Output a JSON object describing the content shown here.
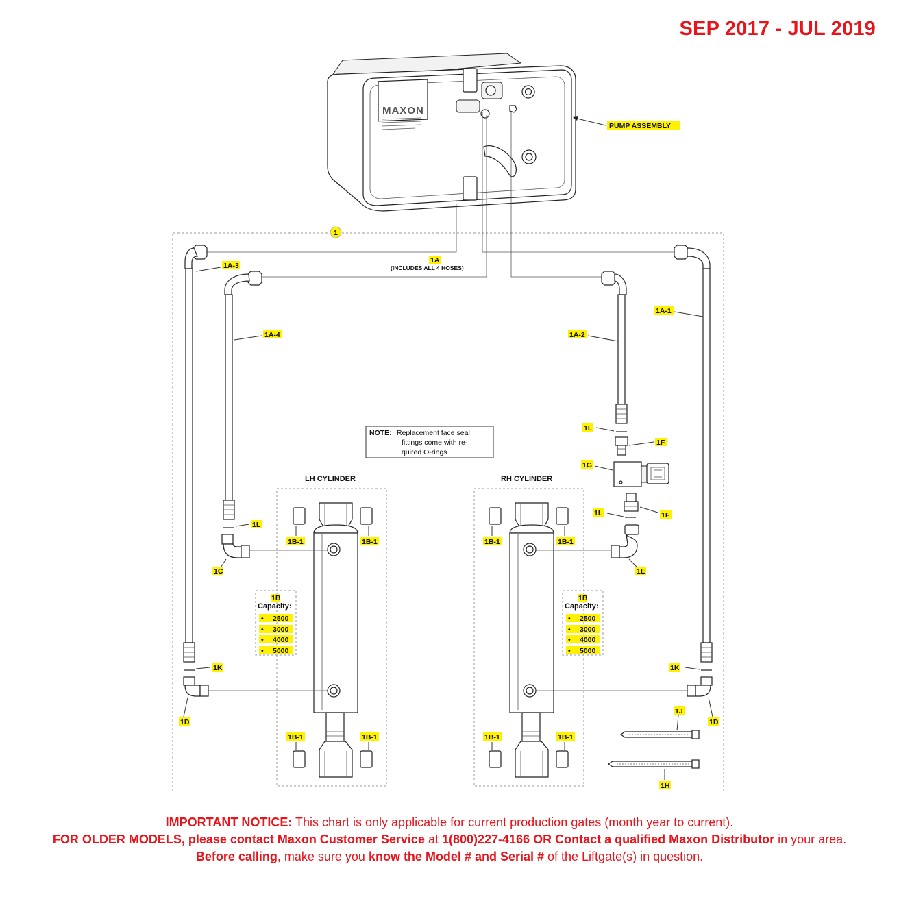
{
  "header": {
    "date_range": "SEP 2017 - JUL 2019"
  },
  "labels": {
    "pump_assembly": "PUMP ASSEMBLY",
    "brand": "MAXON",
    "item_1": "1",
    "item_1a": "1A",
    "item_1a_note": "(INCLUDES ALL 4 HOSES)",
    "hose_1a1": "1A-1",
    "hose_1a2": "1A-2",
    "hose_1a3": "1A-3",
    "hose_1a4": "1A-4",
    "lh_cylinder": "LH CYLINDER",
    "rh_cylinder": "RH CYLINDER",
    "part_1b": "1B",
    "part_1b1": "1B-1",
    "part_1c": "1C",
    "part_1d": "1D",
    "part_1e": "1E",
    "part_1f": "1F",
    "part_1g": "1G",
    "part_1h": "1H",
    "part_1j": "1J",
    "part_1k": "1K",
    "part_1l": "1L",
    "capacity_label": "Capacity:",
    "capacities": [
      "2500",
      "3000",
      "4000",
      "5000"
    ],
    "bullet": "•"
  },
  "note": {
    "label": "NOTE:",
    "line1": "Replacement face seal",
    "line2": "fittings come with re-",
    "line3": "quired O-rings."
  },
  "notice": {
    "important_label": "IMPORTANT NOTICE:",
    "important_text": " This chart is only applicable for current production gates (month year to current).",
    "older_models": "FOR OLDER MODELS, please contact Maxon Customer Service",
    "at": " at ",
    "phone_contact": "1(800)227-4166 OR Contact a qualified Maxon Distributor",
    "in_area": " in your area. ",
    "before_calling": "Before calling",
    "make_sure": ", make sure you ",
    "know_model": "know the Model # and Serial #",
    "in_question": " of the Liftgate(s) in question."
  },
  "colors": {
    "notice_red": "#e8141b",
    "highlight": "#fff200"
  }
}
